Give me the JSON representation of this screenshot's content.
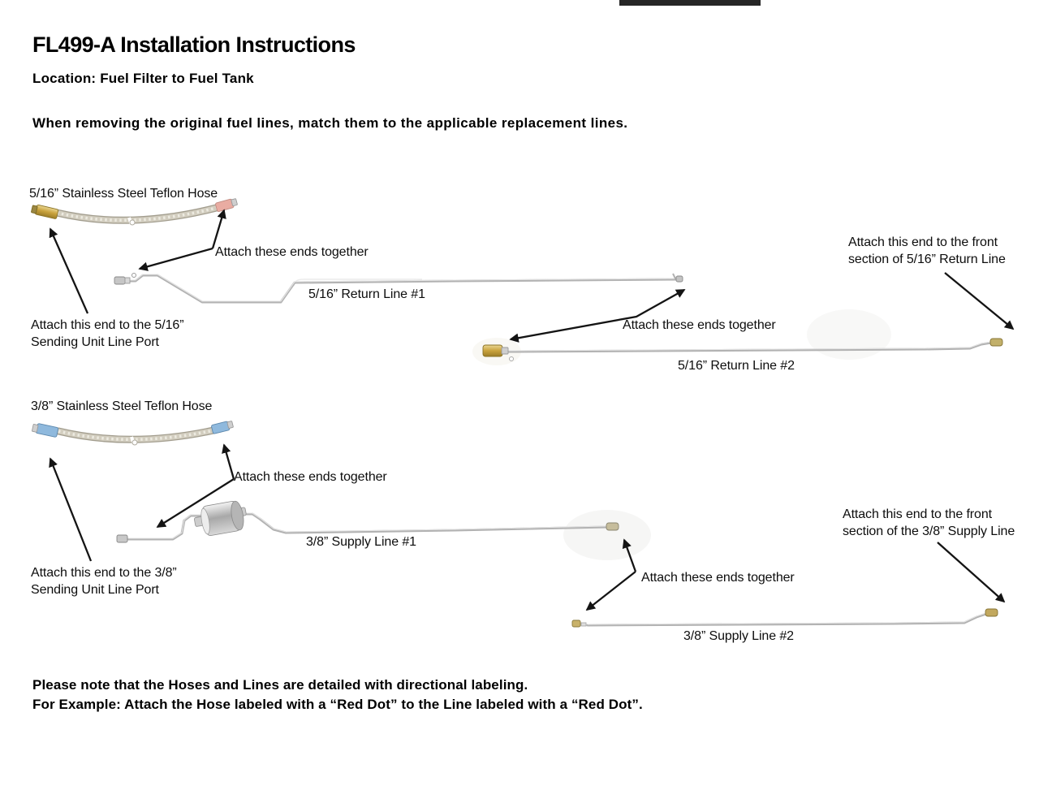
{
  "header": {
    "title": "FL499-A Installation Instructions",
    "location": "Location: Fuel Filter to Fuel Tank",
    "intro": "When removing the original fuel lines, match them to the applicable replacement lines."
  },
  "s516": {
    "hose": "5/16” Stainless Steel Teflon Hose",
    "attach1": "Attach these ends together",
    "line1": "5/16” Return Line #1",
    "front_l1": "Attach this end to the front",
    "front_l2": "section of 5/16” Return Line",
    "send_l1": "Attach this end to the 5/16”",
    "send_l2": "Sending Unit Line Port",
    "attach2": "Attach these ends together",
    "line2": "5/16” Return Line #2"
  },
  "s38": {
    "hose": "3/8” Stainless Steel Teflon Hose",
    "attach1": "Attach these ends together",
    "line1": "3/8” Supply Line #1",
    "front_l1": "Attach this end to the front",
    "front_l2": "section of the 3/8” Supply Line",
    "send_l1": "Attach this end to the 3/8”",
    "send_l2": "Sending Unit Line Port",
    "attach2": "Attach these ends together",
    "line2": "3/8” Supply Line #2"
  },
  "notes": {
    "l1": "Please note that the Hoses and Lines are detailed with directional labeling.",
    "l2": "For Example: Attach the Hose labeled with a “Red Dot” to the Line labeled with a “Red Dot”."
  },
  "colors": {
    "bar": "#262626",
    "ink": "#141414",
    "steel_line": "#b2b2b2",
    "brass": "#c9a23c",
    "brass_dark": "#8a7326",
    "red_dot_fitting": "#e9aca2",
    "red_dot_edge": "#c08a80",
    "blue_dot_fitting": "#8fb9dd",
    "blue_dot_edge": "#5d88ad"
  },
  "images": {
    "hose_516": "braided-stainless-teflon-hose-516",
    "return_line_1": "steel-return-line-1",
    "return_line_2": "steel-return-line-2",
    "hose_38": "braided-stainless-teflon-hose-38",
    "supply_line_1": "steel-supply-line-1-with-fuel-filter",
    "supply_line_2": "steel-supply-line-2",
    "fuel_filter": "inline-fuel-filter-canister"
  }
}
